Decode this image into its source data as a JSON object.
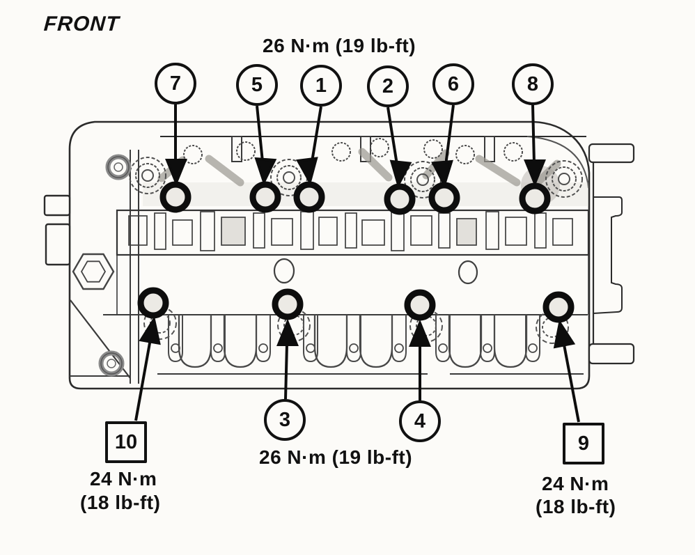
{
  "diagram": {
    "front_label": "FRONT",
    "torque": {
      "top": "26 N·m (19 lb-ft)",
      "bottom_center": "26 N·m (19 lb-ft)",
      "bottom_left_line1": "24 N·m",
      "bottom_left_line2": "(18 lb-ft)",
      "bottom_right_line1": "24 N·m",
      "bottom_right_line2": "(18 lb-ft)"
    },
    "callouts": {
      "circles": [
        {
          "label": "7"
        },
        {
          "label": "5"
        },
        {
          "label": "1"
        },
        {
          "label": "2"
        },
        {
          "label": "6"
        },
        {
          "label": "8"
        },
        {
          "label": "3"
        },
        {
          "label": "4"
        }
      ],
      "squares": [
        {
          "label": "10"
        },
        {
          "label": "9"
        }
      ]
    },
    "colors": {
      "ink": "#111111",
      "paper": "#fcfbf8",
      "line": "#3a3a3a"
    }
  }
}
